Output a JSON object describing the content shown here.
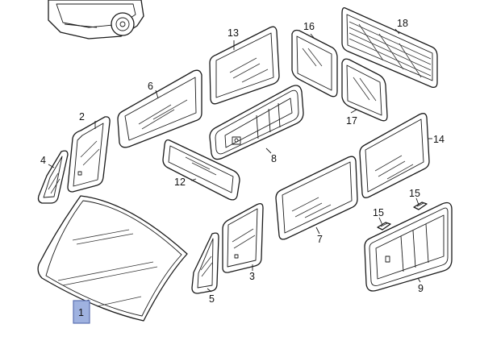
{
  "diagram": {
    "parts": [
      {
        "number": "1",
        "highlighted": true
      },
      {
        "number": "2"
      },
      {
        "number": "3"
      },
      {
        "number": "4"
      },
      {
        "number": "5"
      },
      {
        "number": "6"
      },
      {
        "number": "7"
      },
      {
        "number": "8"
      },
      {
        "number": "9"
      },
      {
        "number": "12"
      },
      {
        "number": "13"
      },
      {
        "number": "14"
      },
      {
        "number": "15"
      },
      {
        "number": "15"
      },
      {
        "number": "16"
      },
      {
        "number": "17"
      },
      {
        "number": "18"
      }
    ],
    "colors": {
      "highlight_fill": "#9fb2e0",
      "highlight_border": "#5a6fb0",
      "line": "#1a1a1a"
    }
  }
}
